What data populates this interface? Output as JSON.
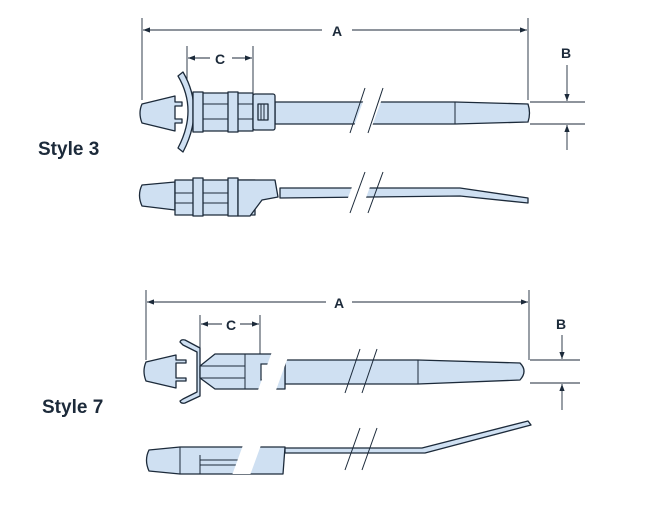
{
  "styles": [
    {
      "label": "Style 3",
      "dims": {
        "a": "A",
        "b": "B",
        "c": "C"
      }
    },
    {
      "label": "Style 7",
      "dims": {
        "a": "A",
        "b": "B",
        "c": "C"
      }
    }
  ],
  "colors": {
    "fill": "#cfe0f2",
    "stroke": "#1c2a3a"
  }
}
